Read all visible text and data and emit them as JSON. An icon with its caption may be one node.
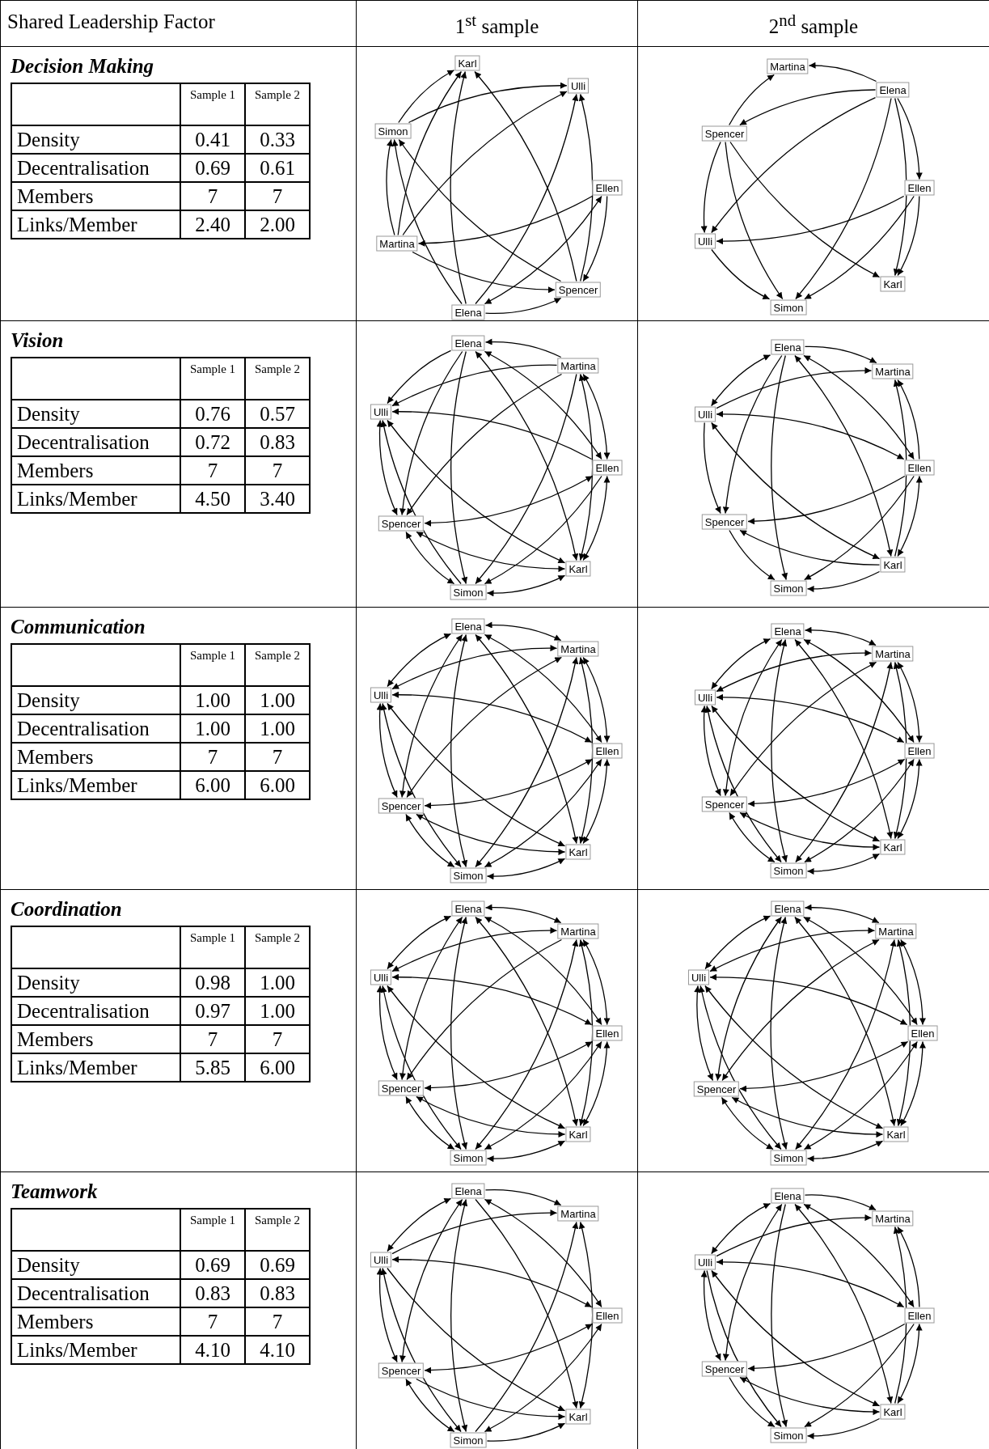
{
  "diagram": {
    "nodes": [
      {
        "text": [
          "Karl"
        ]
      },
      {
        "text": [
          "Ulli"
        ]
      },
      {
        "text": [
          "Simon"
        ]
      },
      {
        "text": [
          "Ellen"
        ]
      },
      {
        "text": [
          "Martina"
        ]
      },
      {
        "text": [
          "Spencer"
        ]
      },
      {
        "text": [
          "Elena"
        ]
      },
      {
        "text": [
          "Martina"
        ]
      },
      {
        "text": [
          "Elena"
        ]
      },
      {
        "text": [
          "Spencer"
        ]
      },
      {
        "text": [
          "Ellen"
        ]
      },
      {
        "text": [
          "Ulli"
        ]
      },
      {
        "text": [
          "Karl"
        ]
      },
      {
        "text": [
          "Simon"
        ]
      },
      {
        "text": [
          "Elena"
        ]
      },
      {
        "text": [
          "Martina"
        ]
      },
      {
        "text": [
          "Ulli"
        ]
      },
      {
        "text": [
          "Ellen"
        ]
      },
      {
        "text": [
          "Spencer"
        ]
      },
      {
        "text": [
          "Karl"
        ]
      },
      {
        "text": [
          "Simon"
        ]
      },
      {
        "text": [
          "Elena"
        ]
      },
      {
        "text": [
          "Martina"
        ]
      },
      {
        "text": [
          "Ulli"
        ]
      },
      {
        "text": [
          "Ellen"
        ]
      },
      {
        "text": [
          "Spencer"
        ]
      },
      {
        "text": [
          "Karl"
        ]
      },
      {
        "text": [
          "Simon"
        ]
      },
      {
        "text": [
          "Elena"
        ]
      },
      {
        "text": [
          "Martina"
        ]
      },
      {
        "text": [
          "Ulli"
        ]
      },
      {
        "text": [
          "Ellen"
        ]
      },
      {
        "text": [
          "Spencer"
        ]
      },
      {
        "text": [
          "Karl"
        ]
      },
      {
        "text": [
          "Simon"
        ]
      },
      {
        "text": [
          "Elena"
        ]
      },
      {
        "text": [
          "Martina"
        ]
      },
      {
        "text": [
          "Ulli"
        ]
      },
      {
        "text": [
          "Ellen"
        ]
      },
      {
        "text": [
          "Spencer"
        ]
      },
      {
        "text": [
          "Karl"
        ]
      },
      {
        "text": [
          "Simon"
        ]
      },
      {
        "text": [
          "Elena"
        ]
      },
      {
        "text": [
          "Martina"
        ]
      },
      {
        "text": [
          "Ulli"
        ]
      },
      {
        "text": [
          "Ellen"
        ]
      },
      {
        "text": [
          "Spencer"
        ]
      },
      {
        "text": [
          "Karl"
        ]
      },
      {
        "text": [
          "Simon"
        ]
      },
      {
        "text": [
          "Elena"
        ]
      },
      {
        "text": [
          "Martina"
        ]
      },
      {
        "text": [
          "Ulli"
        ]
      },
      {
        "text": [
          "Ellen"
        ]
      },
      {
        "text": [
          "Spencer"
        ]
      },
      {
        "text": [
          "Karl"
        ]
      },
      {
        "text": [
          "Simon"
        ]
      },
      {
        "text": [
          "Elena"
        ]
      },
      {
        "text": [
          "Martina"
        ]
      },
      {
        "text": [
          "Ulli"
        ]
      },
      {
        "text": [
          "Ellen"
        ]
      },
      {
        "text": [
          "Spencer"
        ]
      },
      {
        "text": [
          "Karl"
        ]
      },
      {
        "text": [
          "Simon"
        ]
      },
      {
        "text": [
          "Elena"
        ]
      },
      {
        "text": [
          "Martina"
        ]
      },
      {
        "text": [
          "Ulli"
        ]
      },
      {
        "text": [
          "Ellen"
        ]
      },
      {
        "text": [
          "Spencer"
        ]
      },
      {
        "text": [
          "Karl"
        ]
      },
      {
        "text": [
          "Simon"
        ]
      }
    ],
    "edges": [
      {
        "from": 2,
        "to": 0,
        "arrow": "to"
      },
      {
        "from": 4,
        "to": 0,
        "arrow": "to"
      },
      {
        "from": 6,
        "to": 0,
        "arrow": "to"
      },
      {
        "from": 5,
        "to": 0,
        "arrow": "to"
      },
      {
        "from": 2,
        "to": 1,
        "arrow": "to"
      },
      {
        "from": 4,
        "to": 1,
        "arrow": "to"
      },
      {
        "from": 6,
        "to": 1,
        "arrow": "to"
      },
      {
        "from": 5,
        "to": 1,
        "arrow": "to"
      },
      {
        "from": 3,
        "to": 5,
        "arrow": "to"
      },
      {
        "from": 3,
        "to": 4,
        "arrow": "to"
      },
      {
        "from": 4,
        "to": 2,
        "arrow": "to"
      },
      {
        "from": 6,
        "to": 2,
        "arrow": "to"
      },
      {
        "from": 5,
        "to": 2,
        "arrow": "to"
      },
      {
        "from": 4,
        "to": 5,
        "arrow": "to"
      },
      {
        "from": 6,
        "to": 5,
        "arrow": "to"
      },
      {
        "from": 6,
        "to": 3,
        "arrow": "both"
      },
      {
        "from": 8,
        "to": 7,
        "arrow": "to"
      },
      {
        "from": 9,
        "to": 7,
        "arrow": "to"
      },
      {
        "from": 8,
        "to": 9,
        "arrow": "to"
      },
      {
        "from": 8,
        "to": 11,
        "arrow": "to"
      },
      {
        "from": 8,
        "to": 13,
        "arrow": "to"
      },
      {
        "from": 8,
        "to": 12,
        "arrow": "to"
      },
      {
        "from": 8,
        "to": 10,
        "arrow": "to"
      },
      {
        "from": 9,
        "to": 11,
        "arrow": "to"
      },
      {
        "from": 9,
        "to": 13,
        "arrow": "to"
      },
      {
        "from": 9,
        "to": 12,
        "arrow": "to"
      },
      {
        "from": 10,
        "to": 11,
        "arrow": "to"
      },
      {
        "from": 10,
        "to": 13,
        "arrow": "to"
      },
      {
        "from": 10,
        "to": 12,
        "arrow": "to"
      },
      {
        "from": 11,
        "to": 13,
        "arrow": "to"
      },
      {
        "from": 15,
        "to": 14,
        "arrow": "to"
      },
      {
        "from": 14,
        "to": 16,
        "arrow": "to"
      },
      {
        "from": 15,
        "to": 16,
        "arrow": "to"
      },
      {
        "from": 17,
        "to": 16,
        "arrow": "to"
      },
      {
        "from": 16,
        "to": 18,
        "arrow": "both"
      },
      {
        "from": 16,
        "to": 19,
        "arrow": "both"
      },
      {
        "from": 20,
        "to": 16,
        "arrow": "to"
      },
      {
        "from": 14,
        "to": 18,
        "arrow": "to"
      },
      {
        "from": 14,
        "to": 20,
        "arrow": "to"
      },
      {
        "from": 14,
        "to": 19,
        "arrow": "both"
      },
      {
        "from": 14,
        "to": 17,
        "arrow": "both"
      },
      {
        "from": 15,
        "to": 18,
        "arrow": "to"
      },
      {
        "from": 15,
        "to": 20,
        "arrow": "to"
      },
      {
        "from": 15,
        "to": 19,
        "arrow": "both"
      },
      {
        "from": 15,
        "to": 17,
        "arrow": "both"
      },
      {
        "from": 17,
        "to": 18,
        "arrow": "both"
      },
      {
        "from": 17,
        "to": 20,
        "arrow": "to"
      },
      {
        "from": 17,
        "to": 19,
        "arrow": "both"
      },
      {
        "from": 18,
        "to": 20,
        "arrow": "both"
      },
      {
        "from": 18,
        "to": 19,
        "arrow": "both"
      },
      {
        "from": 20,
        "to": 19,
        "arrow": "both"
      },
      {
        "from": 21,
        "to": 22,
        "arrow": "to"
      },
      {
        "from": 23,
        "to": 22,
        "arrow": "to"
      },
      {
        "from": 21,
        "to": 23,
        "arrow": "both"
      },
      {
        "from": 21,
        "to": 25,
        "arrow": "to"
      },
      {
        "from": 21,
        "to": 27,
        "arrow": "to"
      },
      {
        "from": 21,
        "to": 26,
        "arrow": "both"
      },
      {
        "from": 21,
        "to": 24,
        "arrow": "both"
      },
      {
        "from": 26,
        "to": 22,
        "arrow": "to"
      },
      {
        "from": 24,
        "to": 22,
        "arrow": "to"
      },
      {
        "from": 23,
        "to": 24,
        "arrow": "both"
      },
      {
        "from": 23,
        "to": 25,
        "arrow": "to"
      },
      {
        "from": 23,
        "to": 26,
        "arrow": "both"
      },
      {
        "from": 24,
        "to": 25,
        "arrow": "to"
      },
      {
        "from": 24,
        "to": 27,
        "arrow": "to"
      },
      {
        "from": 26,
        "to": 24,
        "arrow": "both"
      },
      {
        "from": 26,
        "to": 25,
        "arrow": "to"
      },
      {
        "from": 26,
        "to": 27,
        "arrow": "to"
      },
      {
        "from": 25,
        "to": 27,
        "arrow": "to"
      },
      {
        "from": 28,
        "to": 29,
        "arrow": "both"
      },
      {
        "from": 28,
        "to": 30,
        "arrow": "both"
      },
      {
        "from": 28,
        "to": 31,
        "arrow": "both"
      },
      {
        "from": 28,
        "to": 32,
        "arrow": "both"
      },
      {
        "from": 28,
        "to": 33,
        "arrow": "both"
      },
      {
        "from": 28,
        "to": 34,
        "arrow": "both"
      },
      {
        "from": 29,
        "to": 30,
        "arrow": "both"
      },
      {
        "from": 29,
        "to": 31,
        "arrow": "both"
      },
      {
        "from": 29,
        "to": 32,
        "arrow": "both"
      },
      {
        "from": 29,
        "to": 33,
        "arrow": "both"
      },
      {
        "from": 29,
        "to": 34,
        "arrow": "both"
      },
      {
        "from": 30,
        "to": 31,
        "arrow": "both"
      },
      {
        "from": 30,
        "to": 32,
        "arrow": "both"
      },
      {
        "from": 30,
        "to": 33,
        "arrow": "both"
      },
      {
        "from": 30,
        "to": 34,
        "arrow": "both"
      },
      {
        "from": 31,
        "to": 32,
        "arrow": "both"
      },
      {
        "from": 31,
        "to": 33,
        "arrow": "both"
      },
      {
        "from": 31,
        "to": 34,
        "arrow": "both"
      },
      {
        "from": 32,
        "to": 33,
        "arrow": "both"
      },
      {
        "from": 32,
        "to": 34,
        "arrow": "both"
      },
      {
        "from": 33,
        "to": 34,
        "arrow": "both"
      },
      {
        "from": 35,
        "to": 36,
        "arrow": "both"
      },
      {
        "from": 35,
        "to": 37,
        "arrow": "both"
      },
      {
        "from": 35,
        "to": 38,
        "arrow": "both"
      },
      {
        "from": 35,
        "to": 39,
        "arrow": "both"
      },
      {
        "from": 35,
        "to": 40,
        "arrow": "both"
      },
      {
        "from": 35,
        "to": 41,
        "arrow": "both"
      },
      {
        "from": 36,
        "to": 37,
        "arrow": "both"
      },
      {
        "from": 36,
        "to": 38,
        "arrow": "both"
      },
      {
        "from": 36,
        "to": 39,
        "arrow": "both"
      },
      {
        "from": 36,
        "to": 40,
        "arrow": "both"
      },
      {
        "from": 36,
        "to": 41,
        "arrow": "both"
      },
      {
        "from": 37,
        "to": 38,
        "arrow": "both"
      },
      {
        "from": 37,
        "to": 39,
        "arrow": "both"
      },
      {
        "from": 37,
        "to": 40,
        "arrow": "both"
      },
      {
        "from": 37,
        "to": 41,
        "arrow": "both"
      },
      {
        "from": 38,
        "to": 39,
        "arrow": "both"
      },
      {
        "from": 38,
        "to": 40,
        "arrow": "both"
      },
      {
        "from": 38,
        "to": 41,
        "arrow": "both"
      },
      {
        "from": 39,
        "to": 40,
        "arrow": "both"
      },
      {
        "from": 39,
        "to": 41,
        "arrow": "both"
      },
      {
        "from": 40,
        "to": 41,
        "arrow": "both"
      },
      {
        "from": 42,
        "to": 43,
        "arrow": "both"
      },
      {
        "from": 42,
        "to": 44,
        "arrow": "both"
      },
      {
        "from": 42,
        "to": 45,
        "arrow": "both"
      },
      {
        "from": 42,
        "to": 46,
        "arrow": "both"
      },
      {
        "from": 42,
        "to": 47,
        "arrow": "both"
      },
      {
        "from": 42,
        "to": 48,
        "arrow": "both"
      },
      {
        "from": 43,
        "to": 44,
        "arrow": "both"
      },
      {
        "from": 43,
        "to": 45,
        "arrow": "both"
      },
      {
        "from": 43,
        "to": 46,
        "arrow": "to"
      },
      {
        "from": 43,
        "to": 47,
        "arrow": "both"
      },
      {
        "from": 43,
        "to": 48,
        "arrow": "both"
      },
      {
        "from": 44,
        "to": 45,
        "arrow": "both"
      },
      {
        "from": 44,
        "to": 46,
        "arrow": "both"
      },
      {
        "from": 44,
        "to": 47,
        "arrow": "both"
      },
      {
        "from": 44,
        "to": 48,
        "arrow": "both"
      },
      {
        "from": 45,
        "to": 46,
        "arrow": "both"
      },
      {
        "from": 45,
        "to": 47,
        "arrow": "both"
      },
      {
        "from": 45,
        "to": 48,
        "arrow": "both"
      },
      {
        "from": 46,
        "to": 47,
        "arrow": "both"
      },
      {
        "from": 46,
        "to": 48,
        "arrow": "both"
      },
      {
        "from": 47,
        "to": 48,
        "arrow": "both"
      },
      {
        "from": 49,
        "to": 50,
        "arrow": "both"
      },
      {
        "from": 49,
        "to": 51,
        "arrow": "both"
      },
      {
        "from": 49,
        "to": 52,
        "arrow": "both"
      },
      {
        "from": 49,
        "to": 53,
        "arrow": "both"
      },
      {
        "from": 49,
        "to": 54,
        "arrow": "both"
      },
      {
        "from": 49,
        "to": 55,
        "arrow": "both"
      },
      {
        "from": 50,
        "to": 51,
        "arrow": "both"
      },
      {
        "from": 50,
        "to": 52,
        "arrow": "both"
      },
      {
        "from": 50,
        "to": 53,
        "arrow": "both"
      },
      {
        "from": 50,
        "to": 54,
        "arrow": "both"
      },
      {
        "from": 50,
        "to": 55,
        "arrow": "both"
      },
      {
        "from": 51,
        "to": 52,
        "arrow": "both"
      },
      {
        "from": 51,
        "to": 53,
        "arrow": "both"
      },
      {
        "from": 51,
        "to": 54,
        "arrow": "both"
      },
      {
        "from": 51,
        "to": 55,
        "arrow": "both"
      },
      {
        "from": 52,
        "to": 53,
        "arrow": "both"
      },
      {
        "from": 52,
        "to": 54,
        "arrow": "both"
      },
      {
        "from": 52,
        "to": 55,
        "arrow": "both"
      },
      {
        "from": 53,
        "to": 54,
        "arrow": "both"
      },
      {
        "from": 53,
        "to": 55,
        "arrow": "both"
      },
      {
        "from": 54,
        "to": 55,
        "arrow": "both"
      },
      {
        "from": 56,
        "to": 57,
        "arrow": "to"
      },
      {
        "from": 56,
        "to": 58,
        "arrow": "both"
      },
      {
        "from": 58,
        "to": 57,
        "arrow": "to"
      },
      {
        "from": 56,
        "to": 60,
        "arrow": "both"
      },
      {
        "from": 56,
        "to": 62,
        "arrow": "both"
      },
      {
        "from": 56,
        "to": 61,
        "arrow": "to"
      },
      {
        "from": 56,
        "to": 59,
        "arrow": "both"
      },
      {
        "from": 58,
        "to": 59,
        "arrow": "both"
      },
      {
        "from": 58,
        "to": 60,
        "arrow": "both"
      },
      {
        "from": 58,
        "to": 62,
        "arrow": "both"
      },
      {
        "from": 58,
        "to": 61,
        "arrow": "to"
      },
      {
        "from": 62,
        "to": 57,
        "arrow": "to"
      },
      {
        "from": 57,
        "to": 61,
        "arrow": "both"
      },
      {
        "from": 59,
        "to": 60,
        "arrow": "both"
      },
      {
        "from": 62,
        "to": 59,
        "arrow": "both"
      },
      {
        "from": 60,
        "to": 62,
        "arrow": "both"
      },
      {
        "from": 60,
        "to": 61,
        "arrow": "to"
      },
      {
        "from": 62,
        "to": 61,
        "arrow": "to"
      },
      {
        "from": 63,
        "to": 64,
        "arrow": "to"
      },
      {
        "from": 65,
        "to": 64,
        "arrow": "to"
      },
      {
        "from": 63,
        "to": 65,
        "arrow": "both"
      },
      {
        "from": 63,
        "to": 67,
        "arrow": "both"
      },
      {
        "from": 63,
        "to": 69,
        "arrow": "to"
      },
      {
        "from": 63,
        "to": 68,
        "arrow": "both"
      },
      {
        "from": 63,
        "to": 66,
        "arrow": "both"
      },
      {
        "from": 68,
        "to": 64,
        "arrow": "to"
      },
      {
        "from": 66,
        "to": 64,
        "arrow": "to"
      },
      {
        "from": 65,
        "to": 66,
        "arrow": "both"
      },
      {
        "from": 65,
        "to": 67,
        "arrow": "both"
      },
      {
        "from": 65,
        "to": 69,
        "arrow": "to"
      },
      {
        "from": 65,
        "to": 68,
        "arrow": "both"
      },
      {
        "from": 66,
        "to": 67,
        "arrow": "to"
      },
      {
        "from": 66,
        "to": 69,
        "arrow": "to"
      },
      {
        "from": 68,
        "to": 66,
        "arrow": "both"
      },
      {
        "from": 68,
        "to": 67,
        "arrow": "both"
      },
      {
        "from": 68,
        "to": 69,
        "arrow": "to"
      },
      {
        "from": 67,
        "to": 69,
        "arrow": "to"
      }
    ],
    "labels": [
      "Shared Leadership Factor",
      "1$^{st}$ sample",
      "2$^{nd}$ sample",
      "Decision Making",
      "Sample 1",
      "Sample 2",
      "Density",
      "0.41",
      "0.33",
      "Decentralisation",
      "0.69",
      "0.61",
      "Members",
      "7",
      "7",
      "Links/Member",
      "2.40",
      "2.00",
      "Vision",
      "Sample 1",
      "Sample 2",
      "Density",
      "0.76",
      "0.57",
      "Decentralisation",
      "0.72",
      "0.83",
      "Members",
      "7",
      "7",
      "Links/Member",
      "4.50",
      "3.40",
      "Communication",
      "Sample 1",
      "Sample 2",
      "Density",
      "1.00",
      "1.00",
      "Decentralisation",
      "1.00",
      "1.00",
      "Members",
      "7",
      "7",
      "Links/Member",
      "6.00",
      "6.00",
      "Coordination",
      "Sample 1",
      "Sample 2",
      "Density",
      "0.98",
      "1.00",
      "Decentralisation",
      "0.97",
      "1.00",
      "Members",
      "7",
      "7",
      "Links/Member",
      "5.85",
      "6.00",
      "Teamwork",
      "Sample 1",
      "Sample 2",
      "Density",
      "0.69",
      "0.69",
      "Decentralisation",
      "0.83",
      "0.83",
      "Members",
      "7",
      "7",
      "Links/Member",
      "4.10",
      "4.10"
    ]
  }
}
